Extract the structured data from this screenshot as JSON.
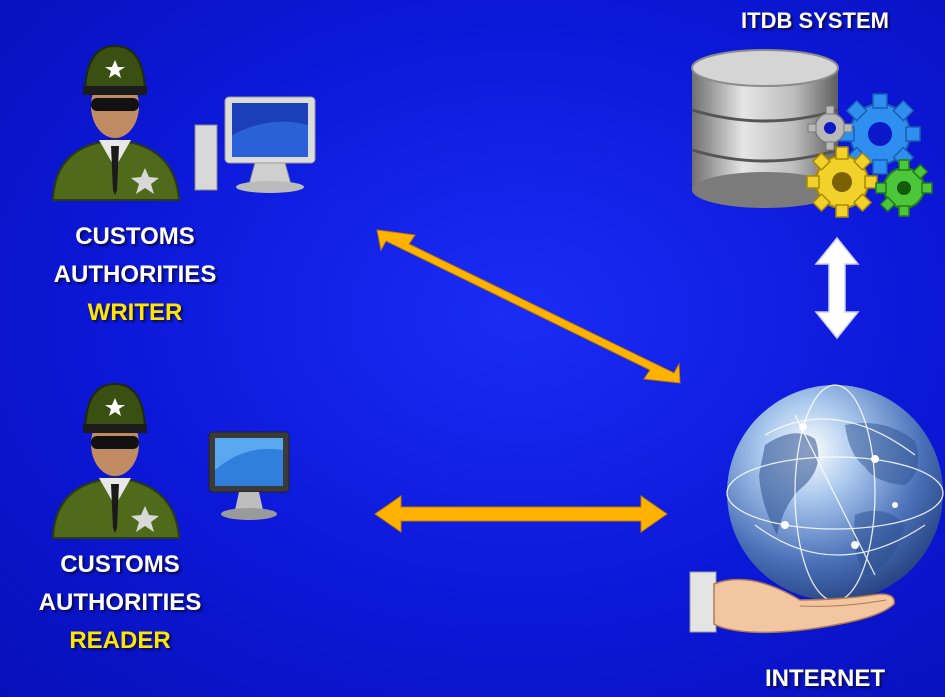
{
  "writer": {
    "line1": "CUSTOMS",
    "line2": "AUTHORITIES",
    "role": "WRITER"
  },
  "reader": {
    "line1": "CUSTOMS",
    "line2": "AUTHORITIES",
    "role": "READER"
  },
  "itdb": {
    "title": "ITDB  SYSTEM"
  },
  "internet": {
    "title": "INTERNET"
  },
  "colors": {
    "background": "#0c18d8",
    "arrow_orange": "#ffb300",
    "arrow_white": "#ffffff",
    "role_text": "#ffe600",
    "label_text": "#ffffff"
  },
  "icons": [
    "officer-icon",
    "monitor-icon",
    "database-icon",
    "gears-icon",
    "globe-icon",
    "hand-icon"
  ]
}
